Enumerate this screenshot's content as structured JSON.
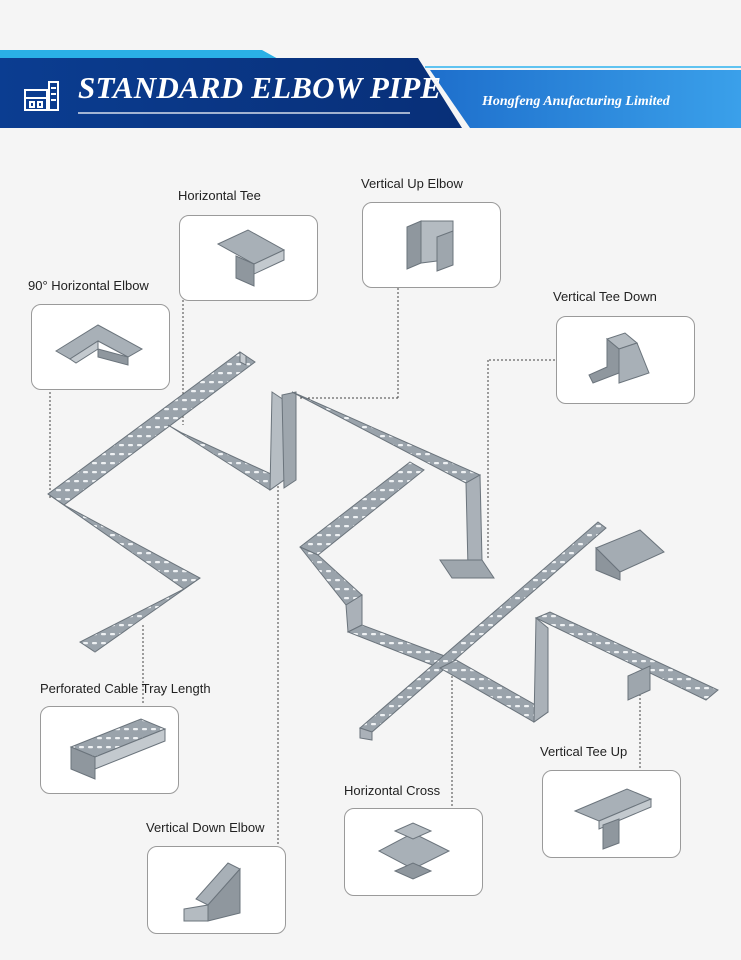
{
  "header": {
    "title": "STANDARD ELBOW PIPE",
    "company": "Hongfeng Anufacturing Limited",
    "icon": "factory-icon",
    "colors": {
      "banner_dark": "#0a3a8c",
      "banner_light": "#2a82d8",
      "accent": "#29a8e0"
    }
  },
  "components": [
    {
      "id": "horizontal-tee",
      "label": "Horizontal Tee"
    },
    {
      "id": "vertical-up-elbow",
      "label": "Vertical Up Elbow"
    },
    {
      "id": "90-horizontal-elbow",
      "label": "90° Horizontal Elbow"
    },
    {
      "id": "vertical-tee-down",
      "label": "Vertical Tee Down"
    },
    {
      "id": "perforated-cable-tray-length",
      "label": "Perforated Cable Tray Length"
    },
    {
      "id": "vertical-tee-up",
      "label": "Vertical Tee Up"
    },
    {
      "id": "horizontal-cross",
      "label": "Horizontal Cross"
    },
    {
      "id": "vertical-down-elbow",
      "label": "Vertical Down Elbow"
    }
  ]
}
